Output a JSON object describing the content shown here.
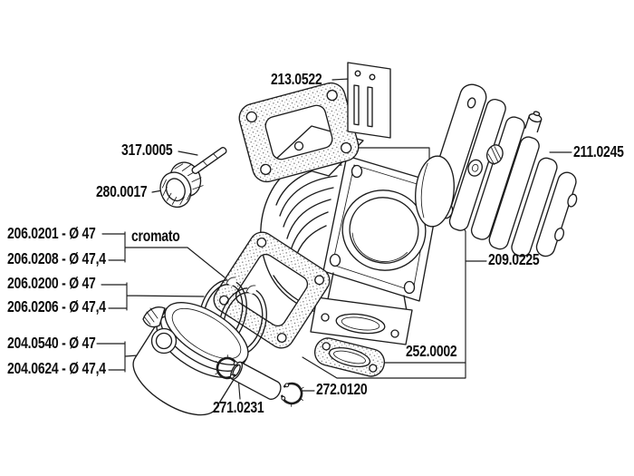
{
  "diagram": {
    "description": "Exploded parts diagram of a 70cc two-stroke cylinder kit",
    "background_color": "#ffffff",
    "line_color": "#1c1c1c",
    "label_color": "#0d0d0d",
    "labels": [
      {
        "id": "213.0522",
        "text": "213.0522",
        "points_to": "reed-valve-petals"
      },
      {
        "id": "211.0245",
        "text": "211.0245",
        "points_to": "cylinder-head"
      },
      {
        "id": "317.0005",
        "text": "317.0005",
        "points_to": "dowel-pin"
      },
      {
        "id": "280.0017",
        "text": "280.0017",
        "points_to": "needle-cage-bearing"
      },
      {
        "id": "206.0201",
        "text": "206.0201 - Ø 47",
        "points_to": "piston-ring-chrome"
      },
      {
        "id": "cromato",
        "text": "cromato",
        "points_to": "piston-ring-chrome"
      },
      {
        "id": "206.0208",
        "text": "206.0208 - Ø 47,4",
        "points_to": "piston-ring-chrome"
      },
      {
        "id": "206.0200",
        "text": "206.0200 - Ø 47",
        "points_to": "piston-ring"
      },
      {
        "id": "206.0206",
        "text": "206.0206 - Ø 47,4",
        "points_to": "piston-ring"
      },
      {
        "id": "204.0540",
        "text": "204.0540 - Ø 47",
        "points_to": "piston"
      },
      {
        "id": "204.0624",
        "text": "204.0624 - Ø 47,4",
        "points_to": "piston"
      },
      {
        "id": "209.0225",
        "text": "209.0225",
        "points_to": "gasket-set"
      },
      {
        "id": "252.0002",
        "text": "252.0002",
        "points_to": "exhaust-gasket"
      },
      {
        "id": "272.0120",
        "text": "272.0120",
        "points_to": "piston-pin-circlip"
      },
      {
        "id": "271.0231",
        "text": "271.0231",
        "points_to": "piston-pin"
      }
    ]
  }
}
